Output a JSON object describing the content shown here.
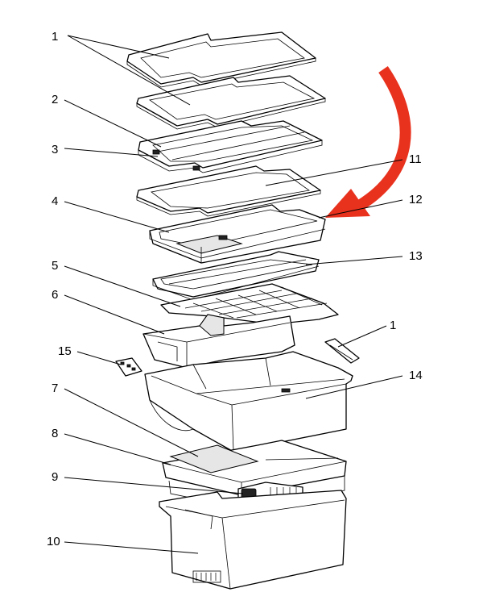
{
  "callouts": [
    {
      "id": "c1a",
      "text": "1"
    },
    {
      "id": "c2",
      "text": "2"
    },
    {
      "id": "c3",
      "text": "3"
    },
    {
      "id": "c4",
      "text": "4"
    },
    {
      "id": "c5",
      "text": "5"
    },
    {
      "id": "c6",
      "text": "6"
    },
    {
      "id": "c7",
      "text": "7"
    },
    {
      "id": "c8",
      "text": "8"
    },
    {
      "id": "c9",
      "text": "9"
    },
    {
      "id": "c10",
      "text": "10"
    },
    {
      "id": "c11",
      "text": "11"
    },
    {
      "id": "c12",
      "text": "12"
    },
    {
      "id": "c13",
      "text": "13"
    },
    {
      "id": "c1b",
      "text": "1"
    },
    {
      "id": "c14",
      "text": "14"
    },
    {
      "id": "c15",
      "text": "15"
    }
  ],
  "colors": {
    "arrow": "#e8321e",
    "line": "#000000",
    "background": "#ffffff"
  }
}
